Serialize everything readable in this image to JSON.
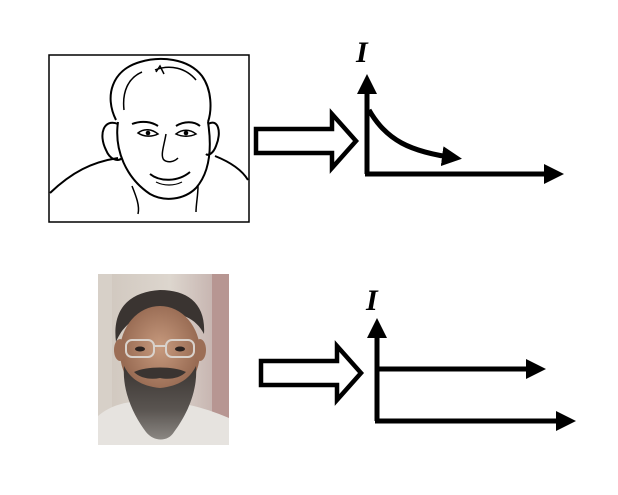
{
  "rows": [
    {
      "id": "sketch",
      "image": {
        "kind": "line-drawing-portrait"
      },
      "plot": {
        "y_label": "I",
        "curve": "decaying"
      }
    },
    {
      "id": "photo",
      "image": {
        "kind": "photo-portrait-bearded-man-with-glasses"
      },
      "plot": {
        "y_label": "I",
        "curve": "constant"
      }
    }
  ],
  "colors": {
    "ink": "#000000",
    "background": "#ffffff"
  }
}
